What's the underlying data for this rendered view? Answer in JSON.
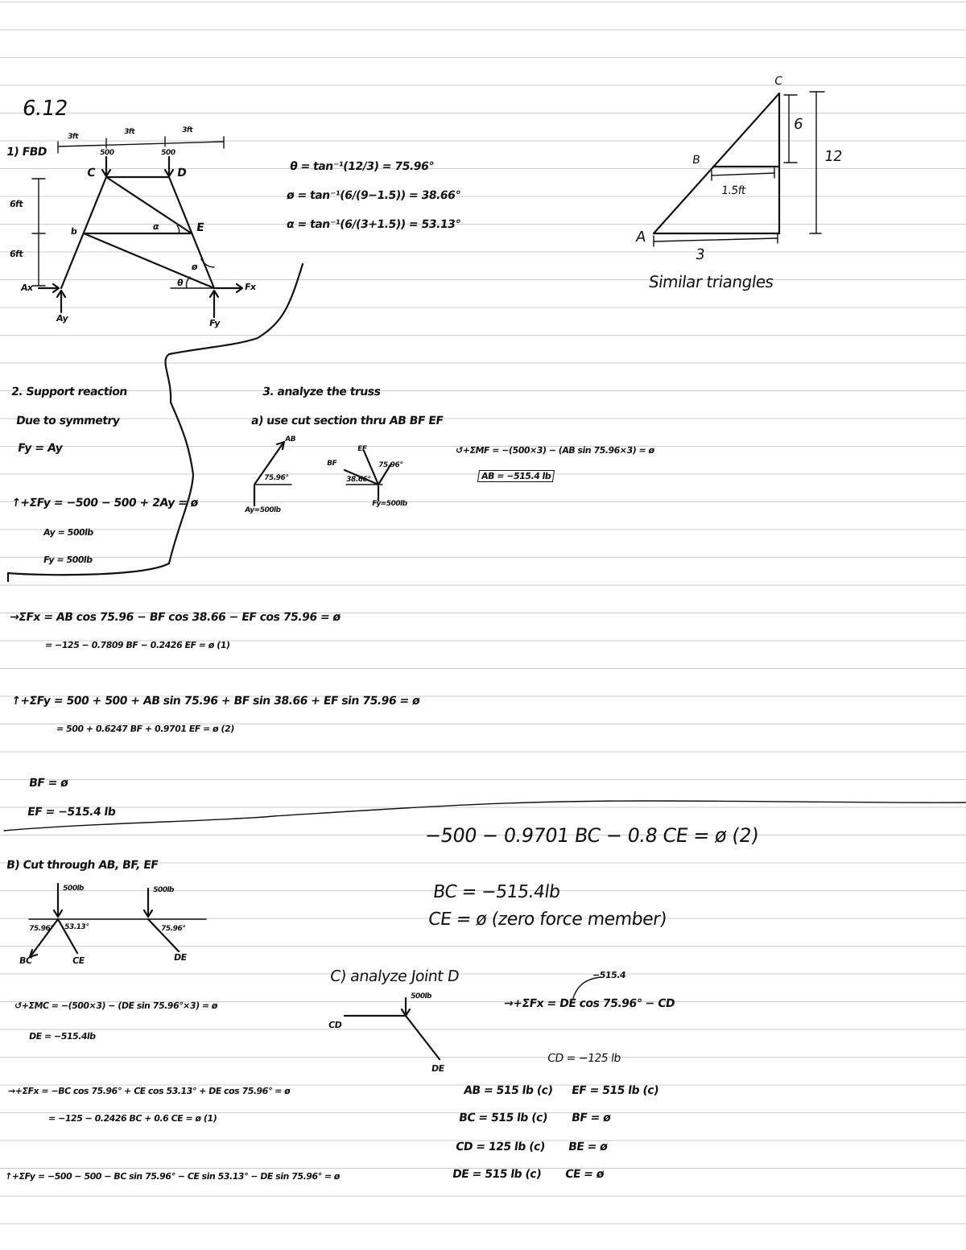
{
  "problem_number": "6.12",
  "fbd": {
    "heading": "1) FBD",
    "dims_top": [
      "3ft",
      "3ft",
      "3ft"
    ],
    "loads": [
      "500",
      "500"
    ],
    "dims_left": [
      "6ft",
      "6ft"
    ],
    "node_labels": {
      "c": "C",
      "d": "D",
      "b": "b",
      "e": "E",
      "a": "Ax"
    },
    "reaction_labels": {
      "ay": "Ay",
      "fy": "Fy",
      "fx": "Fx"
    },
    "angle_labels": {
      "alpha": "α",
      "phi": "ø",
      "theta": "θ"
    }
  },
  "angles": {
    "theta": "θ = tan⁻¹(12/3) = 75.96°",
    "phi": "ø = tan⁻¹(6/(9−1.5)) = 38.66°",
    "alpha": "α = tan⁻¹(6/(3+1.5)) = 53.13°"
  },
  "triangle": {
    "labels": {
      "c": "C",
      "b": "B",
      "a": "A"
    },
    "dims": {
      "upper": "6",
      "whole": "12",
      "mid": "1.5ft",
      "base": "3"
    },
    "caption": "Similar triangles"
  },
  "support": {
    "heading": "2. Support reaction",
    "line1": "Due to symmetry",
    "line2": "Fy = Ay",
    "eq": "↑+ΣFy = −500 − 500 + 2Ay = ø",
    "ay": "Ay = 500lb",
    "fy": "Fy = 500lb"
  },
  "analyze": {
    "heading": "3. analyze the truss",
    "a_line": "a) use cut section thru AB BF EF",
    "fbd_labels": {
      "ab": "AB",
      "angle1": "75.96°",
      "ay": "Ay=500lb",
      "ef": "EF",
      "bf": "BF",
      "angle2": "75.96°",
      "angle3": "38.66°",
      "fy": "Fy=500lb"
    },
    "moment": "↺+ΣMF = −(500×3) − (AB sin 75.96×3) = ø",
    "ab_result": "AB = −515.4 lb"
  },
  "sum_fx": {
    "eq": "→ΣFx = AB cos 75.96 − BF cos 38.66 − EF cos 75.96 = ø",
    "eq2": "= −125 − 0.7809 BF − 0.2426 EF = ø (1)"
  },
  "sum_fy": {
    "eq": "↑+ΣFy = 500 + 500 + AB sin 75.96 + BF sin 38.66 + EF sin 75.96 = ø",
    "eq2": "= 500 + 0.6247 BF + 0.9701 EF = ø (2)"
  },
  "results_a": {
    "bf": "BF = ø",
    "ef": "EF = −515.4 lb"
  },
  "part_b": {
    "heading": "B) Cut through AB, BF, EF",
    "fbd_labels": {
      "load1": "500lb",
      "load2": "500lb",
      "a1": "75.96°",
      "a2": "53.13°",
      "a3": "75.96°",
      "bc": "BC",
      "ce": "CE",
      "de": "DE"
    },
    "moment": "↺+ΣMC = −(500×3) − (DE sin 75.96°×3) = ø",
    "de": "DE = −515.4lb",
    "fx_eq": "→+ΣFx = −BC cos 75.96° + CE cos 53.13° + DE cos 75.96° = ø",
    "fx_eq2": "= −125 − 0.2426 BC + 0.6 CE = ø (1)",
    "fy_eq": "↑+ΣFy = −500 − 500 − BC sin 75.96° − CE sin 53.13° − DE sin 75.96° = ø",
    "eq2": "−500 − 0.9701 BC − 0.8 CE = ø (2)",
    "bc": "BC = −515.4lb",
    "ce": "CE = ø (zero force member)"
  },
  "part_c": {
    "heading": "C) analyze Joint D",
    "labels": {
      "load": "500lb",
      "cd": "CD",
      "de": "DE"
    },
    "de_value": "−515.4",
    "eq": "→+ΣFx = DE cos 75.96° − CD",
    "cd": "CD = −125 lb"
  },
  "summary": [
    [
      "AB = 515 lb (c)",
      "EF = 515 lb (c)"
    ],
    [
      "BC = 515 lb (c)",
      "BF = ø"
    ],
    [
      "CD = 125 lb (c)",
      "BE = ø"
    ],
    [
      "DE = 515 lb (c)",
      "CE = ø"
    ]
  ]
}
